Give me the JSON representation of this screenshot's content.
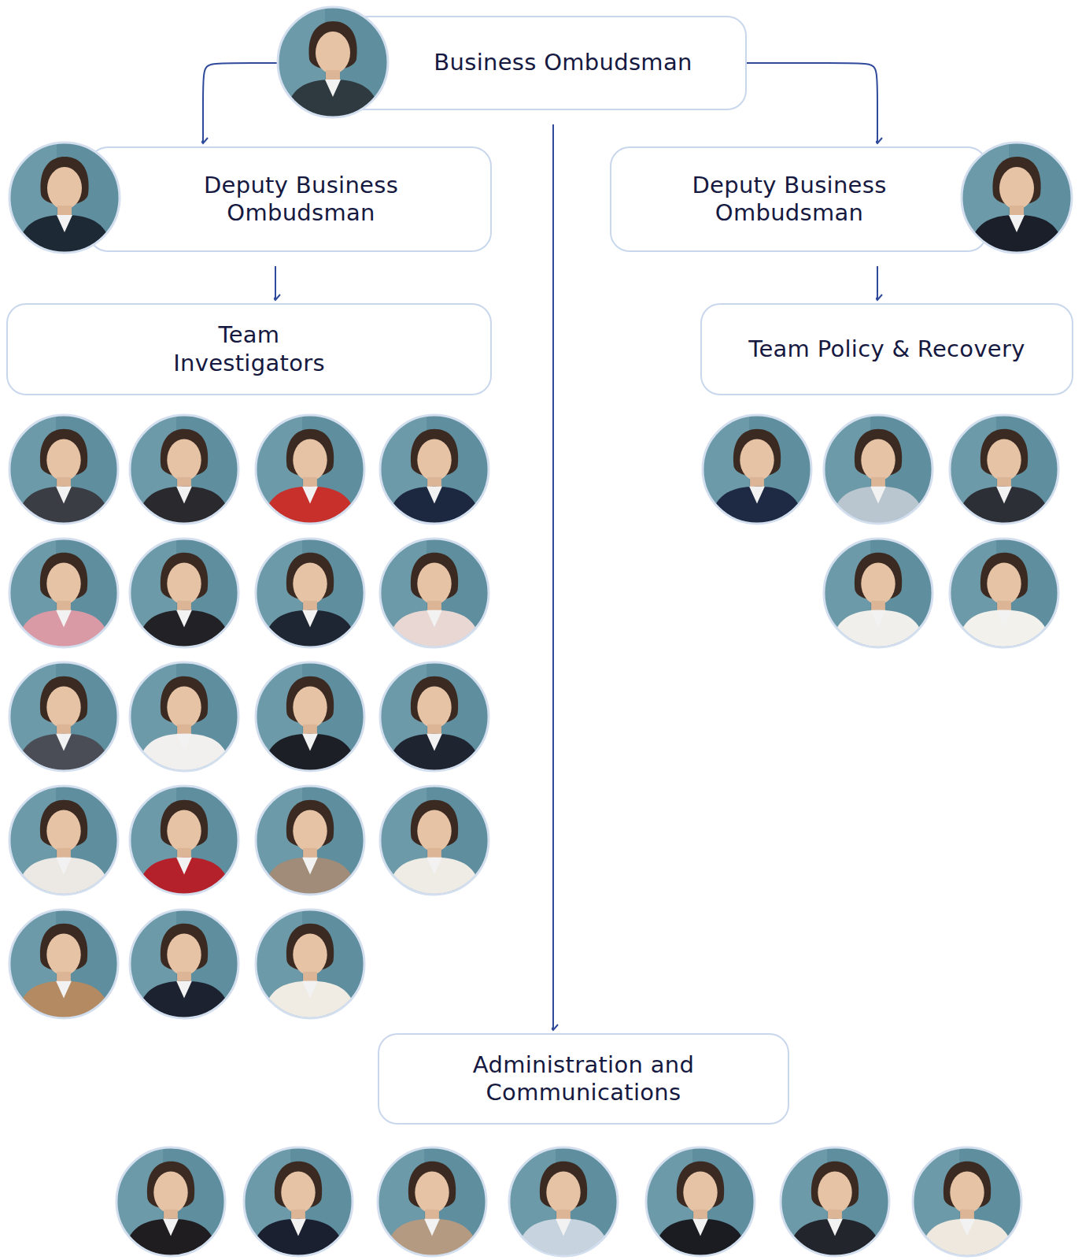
{
  "diagram": {
    "nodes": [
      {
        "text": [
          "Business Ombudsman"
        ]
      },
      {
        "text": [
          "Deputy Business Ombudsman"
        ]
      },
      {
        "text": [
          "Deputy Business Ombudsman"
        ]
      },
      {
        "text": [
          "Team Investigators"
        ]
      },
      {
        "text": [
          "Team Policy & Recovery"
        ]
      },
      {
        "text": [
          "Administration and Communications"
        ]
      }
    ],
    "edges": [
      {
        "from": 0,
        "to": 1,
        "arrow": "to"
      },
      {
        "from": 0,
        "to": 2,
        "arrow": "to"
      },
      {
        "from": 0,
        "to": 5,
        "arrow": "to"
      },
      {
        "from": 1,
        "to": 3,
        "arrow": "to"
      },
      {
        "from": 2,
        "to": 4,
        "arrow": "to"
      }
    ]
  }
}
